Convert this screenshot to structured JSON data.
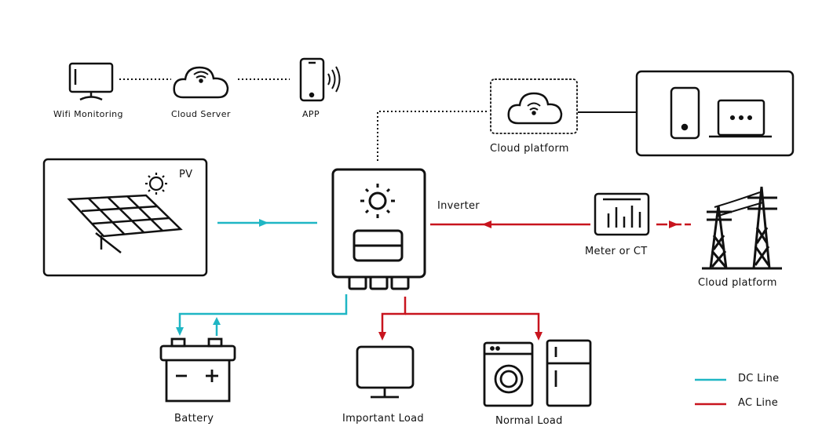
{
  "labels": {
    "wifi_monitoring": "Wifi Monitoring",
    "cloud_server": "Cloud Server",
    "app": "APP",
    "cloud_platform_top": "Cloud platform",
    "pv": "PV",
    "inverter": "Inverter",
    "meter_ct": "Meter or CT",
    "cloud_platform_grid": "Cloud platform",
    "battery": "Battery",
    "important_load": "Important Load",
    "normal_load": "Normal Load"
  },
  "legend": [
    {
      "label": "DC Line",
      "color": "#1fb6c4"
    },
    {
      "label": "AC Line",
      "color": "#c8141e"
    }
  ],
  "colors": {
    "dc": "#1fb6c4",
    "ac": "#c8141e",
    "stroke": "#111111"
  }
}
